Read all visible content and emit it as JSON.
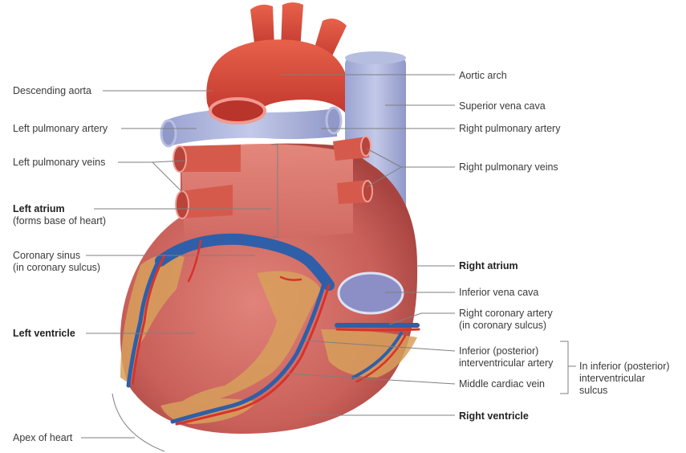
{
  "figure": {
    "subject": "Heart, posterior view",
    "colors": {
      "artery_red": "#d9503f",
      "vein_blue": "#aab4dc",
      "coronary_vein": "#2f5fa8",
      "fat": "#d9a05a",
      "myocardium": "#c8605a",
      "leader_line": "#888888"
    }
  },
  "labels_left": [
    {
      "text": "Descending aorta",
      "bold": false
    },
    {
      "text": "Left pulmonary artery",
      "bold": false
    },
    {
      "text": "Left pulmonary veins",
      "bold": false
    },
    {
      "text": "Left atrium",
      "sub": "(forms base of heart)",
      "bold": true
    },
    {
      "text": "Coronary sinus",
      "sub": "(in coronary sulcus)",
      "bold": false
    },
    {
      "text": "Left ventricle",
      "bold": true
    },
    {
      "text": "Apex of heart",
      "bold": false
    }
  ],
  "labels_right": [
    {
      "text": "Aortic arch",
      "bold": false
    },
    {
      "text": "Superior vena cava",
      "bold": false
    },
    {
      "text": "Right pulmonary artery",
      "bold": false
    },
    {
      "text": "Right pulmonary veins",
      "bold": false
    },
    {
      "text": "Right atrium",
      "bold": true
    },
    {
      "text": "Inferior vena cava",
      "bold": false
    },
    {
      "text": "Right coronary artery",
      "sub": "(in coronary sulcus)",
      "bold": false
    },
    {
      "text": "Inferior (posterior)",
      "sub": "interventricular artery",
      "bold": false
    },
    {
      "text": "Middle cardiac vein",
      "bold": false
    },
    {
      "text": "Right ventricle",
      "bold": true
    }
  ],
  "bracket_label": {
    "line1": "In inferior (posterior)",
    "line2": "interventricular",
    "line3": "sulcus"
  }
}
